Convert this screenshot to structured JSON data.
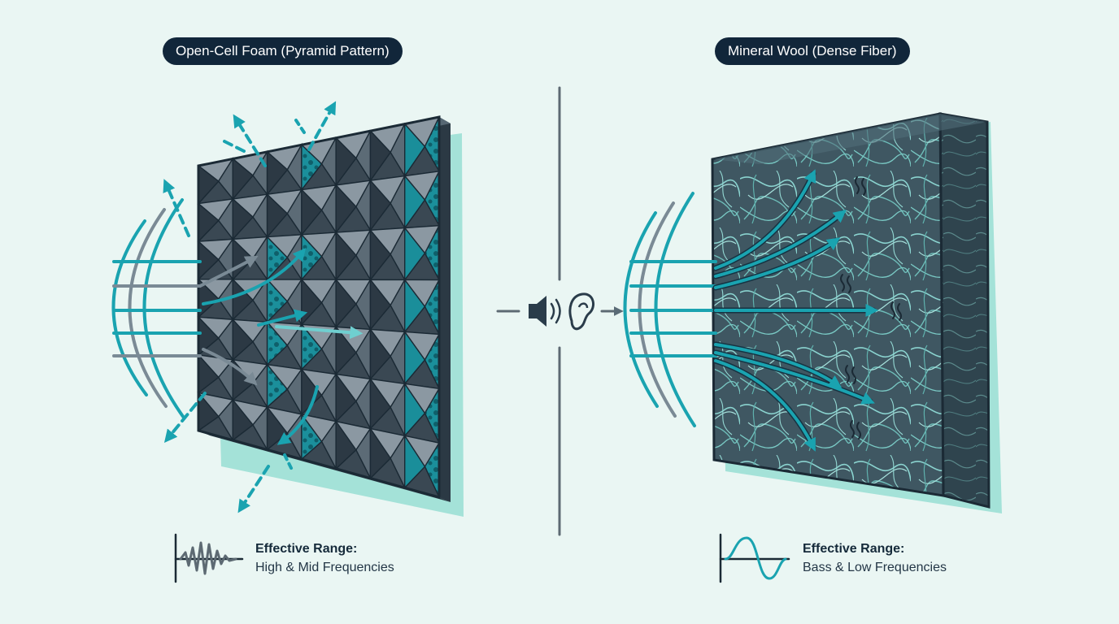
{
  "left_panel": {
    "title": "Open-Cell Foam (Pyramid Pattern)",
    "range_label": "Effective Range:",
    "range_value": "High & Mid Frequencies"
  },
  "right_panel": {
    "title": "Mineral Wool (Dense Fiber)",
    "range_label": "Effective Range:",
    "range_value": "Bass & Low Frequencies"
  },
  "center": {
    "icons": [
      "speaker-icon",
      "ear-icon"
    ]
  },
  "colors": {
    "background": "#eaf6f3",
    "navy": "#11263a",
    "teal": "#1aa3b0",
    "foam_dark": "#4a5a66",
    "foam_light": "#8d9aa4",
    "wool_fiber": "#7fcdc9",
    "shadow": "#9fe0d6"
  }
}
